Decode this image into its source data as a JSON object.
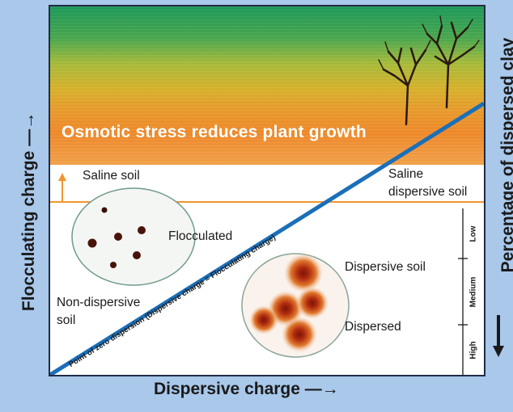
{
  "banner": {
    "title": "Osmotic stress reduces plant growth"
  },
  "labels": {
    "saline_soil": "Saline soil",
    "saline_dispersive_line1": "Saline",
    "saline_dispersive_line2": "dispersive soil",
    "flocculated": "Flocculated",
    "non_dispersive_line1": "Non-dispersive",
    "non_dispersive_line2": "soil",
    "dispersive_soil": "Dispersive soil",
    "dispersed": "Dispersed",
    "zero_dispersion": "Point of zero dispersion (Dispersive charge = Flocculating charge)"
  },
  "axes": {
    "x_label": "Dispersive charge",
    "y_left_label": "Flocculating charge",
    "y_right_label": "Percentage of dispersed clay",
    "clay_scale": [
      "Low",
      "Medium",
      "High"
    ]
  },
  "colors": {
    "diagonal_line": "#1b6fb8",
    "saline_threshold": "#f0962e",
    "background": "#a9c8ea"
  }
}
